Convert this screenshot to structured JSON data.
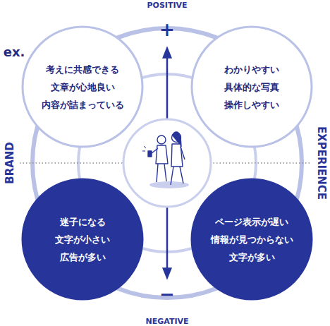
{
  "diagram": {
    "nodes": [
      {
        "text": [
          "考えに共感できる",
          "文章が心地良い",
          "内容が詰まっている"
        ]
      },
      {
        "text": [
          "わかりやすい",
          "具体的な写真",
          "操作しやすい"
        ]
      },
      {
        "text": [
          "迷子になる",
          "文字が小さい",
          "広告が多い"
        ]
      },
      {
        "text": [
          "ページ表示が遅い",
          "情報が見つからない",
          "文字が多い"
        ]
      }
    ],
    "labels": [
      "ex.",
      "POSITIVE",
      "+",
      "BRAND",
      "EXPERIENCE",
      "−",
      "NEGATIVE"
    ]
  }
}
